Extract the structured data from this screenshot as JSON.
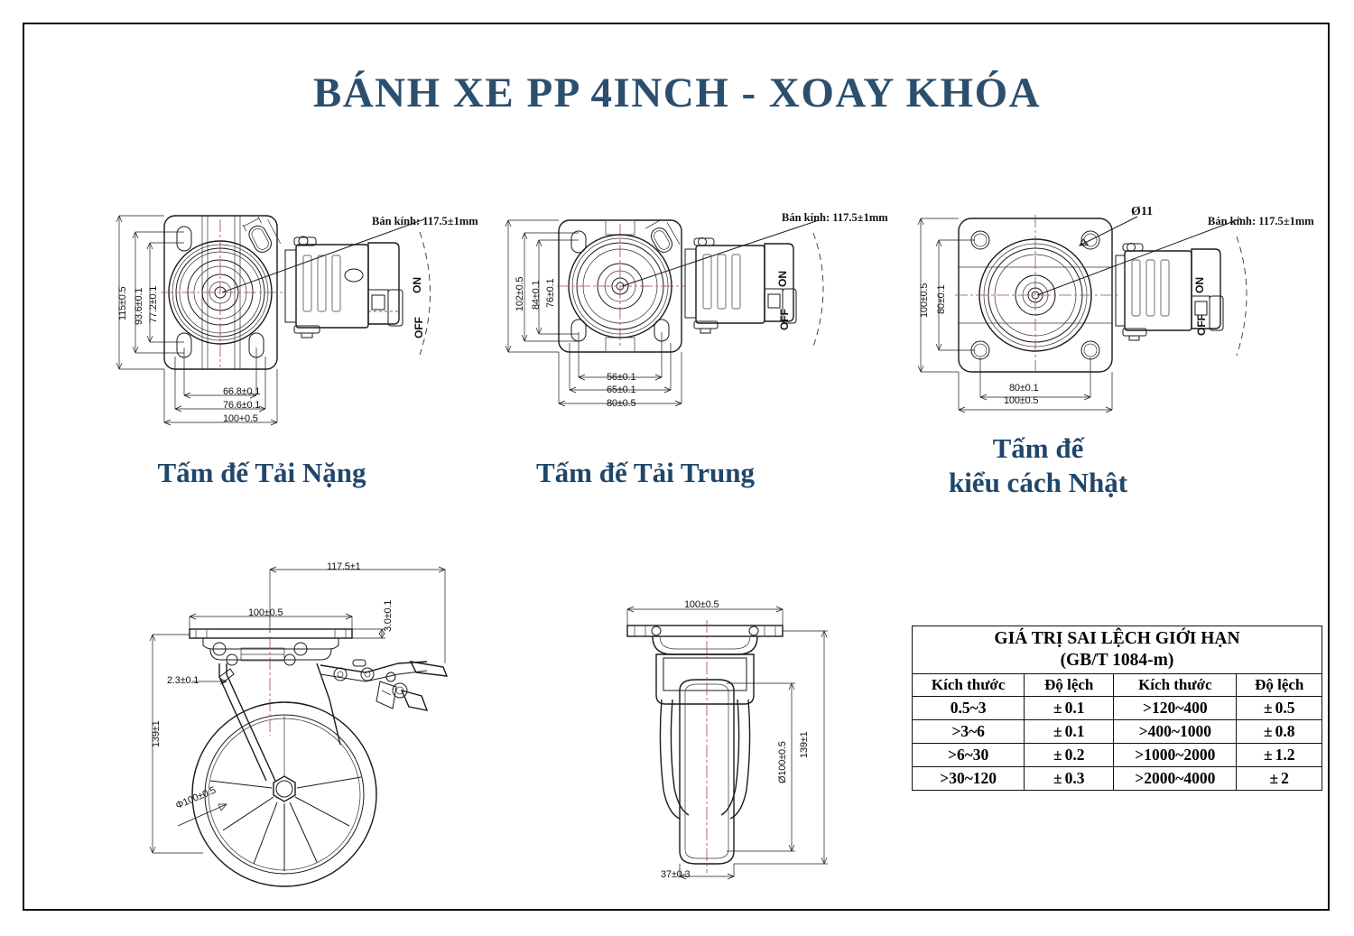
{
  "document": {
    "title": "BÁNH XE PP 4INCH - XOAY KHÓA",
    "border_color": "#111111",
    "title_color": "#2c4f6e",
    "caption_color": "#21466b"
  },
  "drawings": [
    {
      "id": "top-plate-heavy",
      "caption": "Tấm đế Tải Nặng",
      "note": "Bán kính: 117.5±1mm",
      "brake_on": "ON",
      "brake_off": "OFF",
      "dimensions": {
        "v_outer": "115±0.5",
        "v_mid": "93.6±0.1",
        "v_inner": "77.2±0.1",
        "h_inner": "66.8±0.1",
        "h_mid": "76.6±0.1",
        "h_outer": "100+0.5"
      }
    },
    {
      "id": "top-plate-medium",
      "caption": "Tấm đế Tải Trung",
      "note": "Bán kính: 117.5±1mm",
      "brake_on": "ON",
      "brake_off": "OFF",
      "dimensions": {
        "v_outer": "102±0.5",
        "v_mid": "84±0.1",
        "v_inner": "76±0.1",
        "h_inner": "56±0.1",
        "h_mid": "65±0.1",
        "h_outer": "80±0.5"
      }
    },
    {
      "id": "top-plate-japanese",
      "caption_line1": "Tấm đế",
      "caption_line2": "kiểu cách Nhật",
      "note": "Bán kính: 117.5±1mm",
      "hole_note": "Ø11",
      "brake_on": "ON",
      "brake_off": "OFF",
      "dimensions": {
        "v_outer": "100±0.5",
        "v_inner": "80±0.1",
        "h_inner": "80±0.1",
        "h_outer": "100±0.5"
      }
    },
    {
      "id": "side-view",
      "dimensions": {
        "overall_width": "117.5±1",
        "plate_width": "100±0.5",
        "plate_thickness": "3.0±0.1",
        "offset": "2.3±0.1",
        "overall_height": "139±1",
        "wheel_diameter": "Φ100±0.5"
      }
    },
    {
      "id": "front-view",
      "dimensions": {
        "plate_width": "100±0.5",
        "overall_height": "139±1",
        "wheel_diameter": "Ø100±0.5",
        "tread_width": "37±0.3"
      }
    }
  ],
  "tolerance_table": {
    "title_line1": "GIÁ TRỊ SAI LỆCH GIỚI HẠN",
    "title_line2": "(GB/T 1084-m)",
    "headers": [
      "Kích thước",
      "Độ lệch",
      "Kích thước",
      "Độ lệch"
    ],
    "rows": [
      [
        "0.5~3",
        "0.1",
        ">120~400",
        "0.5"
      ],
      [
        ">3~6",
        "0.1",
        ">400~1000",
        "0.8"
      ],
      [
        ">6~30",
        "0.2",
        ">1000~2000",
        "1.2"
      ],
      [
        ">30~120",
        "0.3",
        ">2000~4000",
        "2"
      ]
    ]
  }
}
